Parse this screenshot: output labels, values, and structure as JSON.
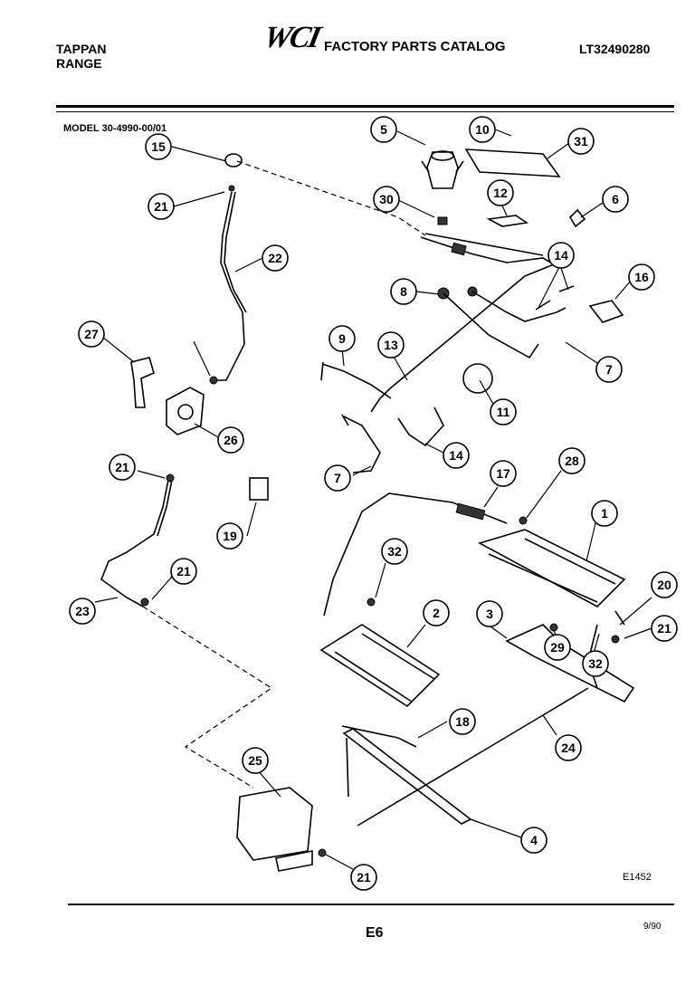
{
  "header": {
    "brand": "TAPPAN",
    "product": "RANGE",
    "logo": "WCI",
    "catalog_title": "FACTORY PARTS CATALOG",
    "catalog_number": "LT32490280",
    "model": "MODEL 30-4990-00/01"
  },
  "callouts": [
    "1",
    "2",
    "3",
    "4",
    "5",
    "6",
    "7",
    "7",
    "8",
    "9",
    "10",
    "11",
    "12",
    "13",
    "14",
    "14",
    "15",
    "16",
    "17",
    "18",
    "19",
    "20",
    "21",
    "21",
    "21",
    "21",
    "21",
    "22",
    "23",
    "24",
    "25",
    "26",
    "27",
    "28",
    "29",
    "30",
    "31",
    "32",
    "32"
  ],
  "footer": {
    "drawing_code": "E1452",
    "page": "E6",
    "date": "9/90"
  }
}
